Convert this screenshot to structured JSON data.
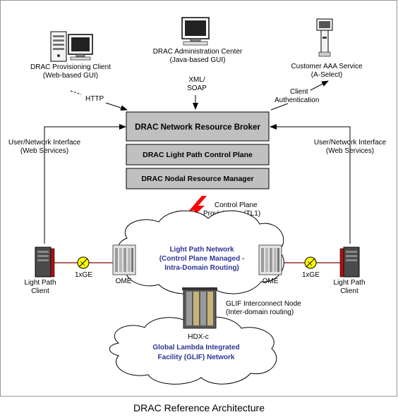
{
  "clients": {
    "provisioning": [
      "DRAC Provisioning Client",
      "(Web-based GUI)"
    ],
    "admin": [
      "DRAC Administration Center",
      "(Java-based GUI)"
    ],
    "aaa": [
      "Customer AAA Service",
      "(A-Select)"
    ]
  },
  "links": {
    "http": "HTTP",
    "xml_soap": [
      "XML/",
      "SOAP"
    ],
    "client_auth": [
      "Client",
      "Authentication"
    ],
    "uni_left": [
      "User/Network Interface",
      "(Web Services)"
    ],
    "uni_right": [
      "User/Network Interface",
      "(Web Services)"
    ],
    "control_plane": [
      "Control Plane",
      "Provisioning (TL1)"
    ]
  },
  "boxes": {
    "broker": "DRAC Network Resource Broker",
    "light_path_cp": "DRAC Light Path Control Plane",
    "nodal_rm": "DRAC Nodal Resource Manager"
  },
  "networks": {
    "light_path": [
      "Light Path Network",
      "(Control Plane Managed -",
      "Intra-Domain Routing)"
    ],
    "glif": [
      "Global Lambda Integrated",
      "Facility (GLIF) Network"
    ]
  },
  "nodes": {
    "ome_left": "OME",
    "ome_right": "OME",
    "gige_left": "1xGE",
    "gige_right": "1xGE",
    "client_left": [
      "Light Path",
      "Client"
    ],
    "client_right": [
      "Light Path",
      "Client"
    ],
    "hdx": "HDX-c",
    "glif_node": [
      "GLIF Interconnect Node",
      "(Inter-domain routing)"
    ]
  },
  "caption": "DRAC Reference Architecture",
  "colors": {
    "box_fill": "#c0c0c0",
    "network_text": "#2f3594",
    "bolt": "#ff0000",
    "link_line": "#800000",
    "coupler": "#ffff00"
  }
}
